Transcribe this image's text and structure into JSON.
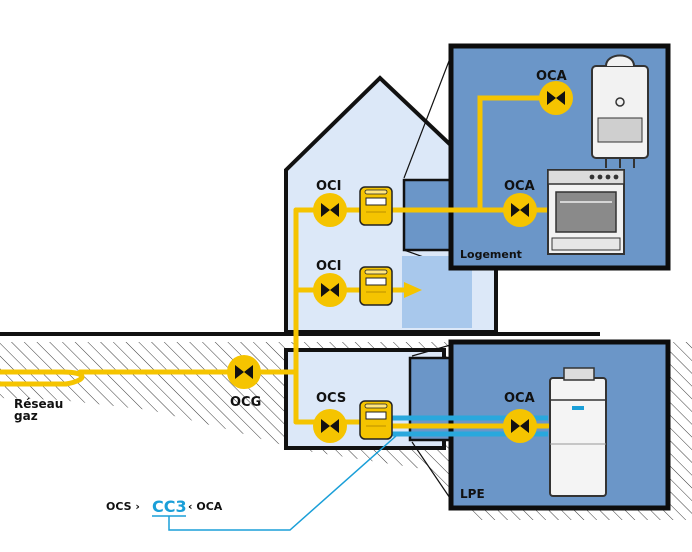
{
  "labels": {
    "oca_top": "OCA",
    "oca_mid": "OCA",
    "oca_bottom": "OCA",
    "oci_top": "OCI",
    "oci_mid": "OCI",
    "ocs": "OCS",
    "ocg": "OCG",
    "reseau_line1": "Réseau",
    "reseau_line2": "gaz",
    "logement": "Logement",
    "lpe": "LPE"
  },
  "legend": {
    "left": "OCS ›",
    "center": "CC3",
    "right": "‹ OCA"
  },
  "colors": {
    "gas_pipe": "#f5c400",
    "water_pipe": "#29a8dd",
    "house_fill": "#dce8f8",
    "panel_fill": "#6b96c8",
    "panel_border": "#0d0d0d",
    "accent_text": "#1a9fd8",
    "hatch": "#3b3b3b"
  },
  "icons": [
    "valve-icon",
    "gas-meter-icon",
    "boiler-icon",
    "oven-icon",
    "water-heater-icon",
    "arrow-icon"
  ]
}
